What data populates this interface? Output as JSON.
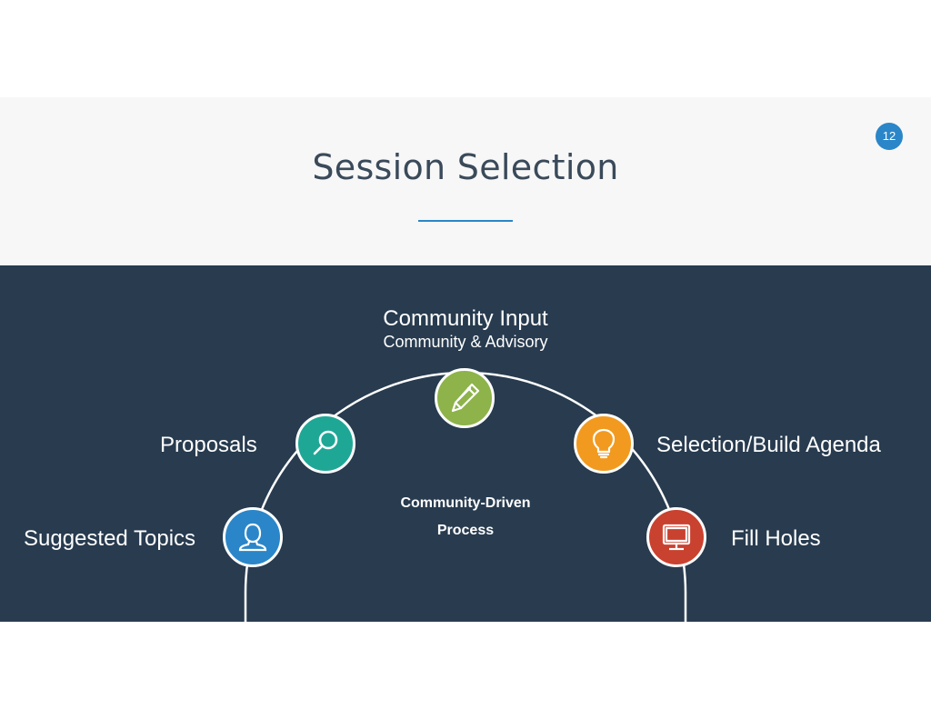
{
  "slide": {
    "title": "Session Selection",
    "page_number": "12",
    "accent_color": "#2a86c8",
    "panel_color": "#283b4f"
  },
  "diagram": {
    "center_line1": "Community-Driven",
    "center_line2": "Process",
    "nodes": [
      {
        "id": "suggested-topics",
        "label": "Suggested Topics",
        "icon": "user-icon",
        "color": "#2a86c8"
      },
      {
        "id": "proposals",
        "label": "Proposals",
        "icon": "magnifier-icon",
        "color": "#1fa796"
      },
      {
        "id": "community-input",
        "label": "Community Input",
        "sublabel": "Community & Advisory",
        "icon": "pencil-icon",
        "color": "#8db34a"
      },
      {
        "id": "selection-build-agenda",
        "label": "Selection/Build Agenda",
        "icon": "lightbulb-icon",
        "color": "#f29a1f"
      },
      {
        "id": "fill-holes",
        "label": "Fill Holes",
        "icon": "monitor-icon",
        "color": "#c9412f"
      }
    ]
  }
}
